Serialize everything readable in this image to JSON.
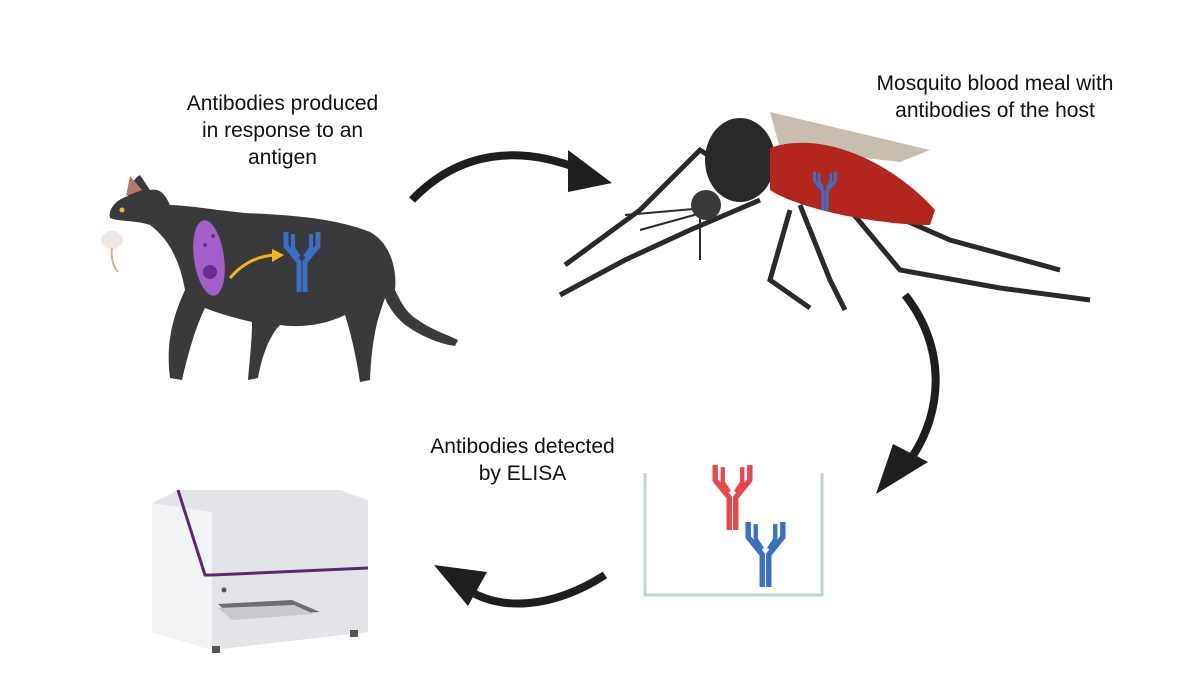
{
  "captions": {
    "cat": "Antibodies produced\nin response to an\nantigen",
    "mosquito": "Mosquito blood meal with\nantibodies of the host",
    "elisa": "Antibodies detected\nby ELISA"
  },
  "colors": {
    "arrow": "#1e1e1e",
    "cat_body": "#3a3a3d",
    "parasite": "#a25fc9",
    "antibody_host": "#3a6fc4",
    "antibody_other": "#e5484d",
    "inner_arrow": "#f2b51b",
    "mosquito_abdomen": "#b3261e",
    "well": "#bcd6cf",
    "reader_body": "#e3e4e8",
    "reader_stripe": "#5b2a6e"
  },
  "icons": [
    "cat-icon",
    "parasite-icon",
    "antibody-icon",
    "mosquito-icon",
    "well-icon",
    "plate-reader-icon",
    "cycle-arrow-icon"
  ]
}
